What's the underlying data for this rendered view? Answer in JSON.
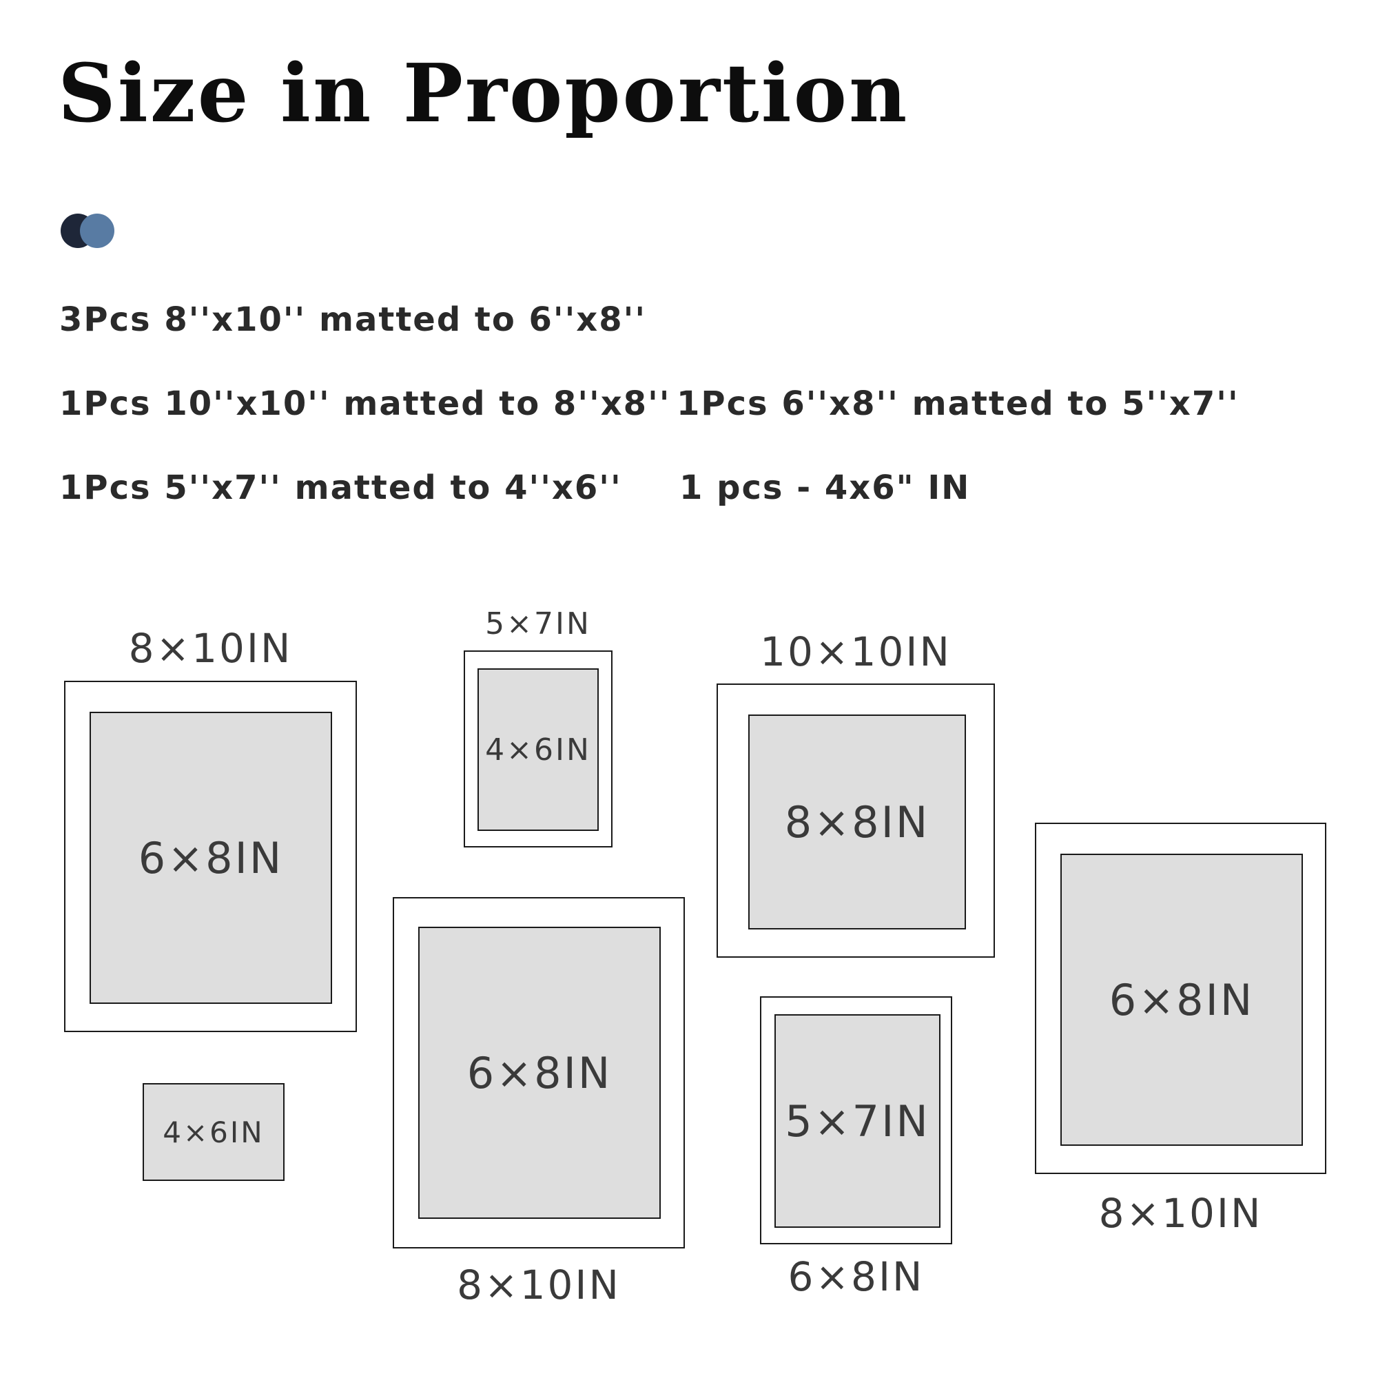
{
  "title": "Size in Proportion",
  "color_swatches": [
    {
      "name": "Navy",
      "color": "#1e2638"
    },
    {
      "name": "Blue",
      "color": "#587ba3"
    }
  ],
  "specs": [
    "3Pcs 8''x10'' matted to 6''x8''",
    "1Pcs 10''x10'' matted to 8''x8''",
    "1Pcs 6''x8'' matted to 5''x7''",
    "1Pcs 5''x7'' matted to 4''x6''",
    "1 pcs - 4x6\" IN"
  ],
  "frames": [
    {
      "outer": "8×10IN",
      "inner": "6×8IN"
    },
    {
      "inner": "4×6IN"
    },
    {
      "outer": "5×7IN",
      "inner": "4×6IN"
    },
    {
      "outer": "8×10IN",
      "inner": "6×8IN"
    },
    {
      "outer": "10×10IN",
      "inner": "8×8IN"
    },
    {
      "outer": "6×8IN",
      "inner": "5×7IN"
    },
    {
      "outer": "8×10IN",
      "inner": "6×8IN"
    }
  ],
  "colors": {
    "frame_border": "#1a1a1a",
    "mat_fill": "#dedede",
    "text": "#3a3a3a"
  }
}
